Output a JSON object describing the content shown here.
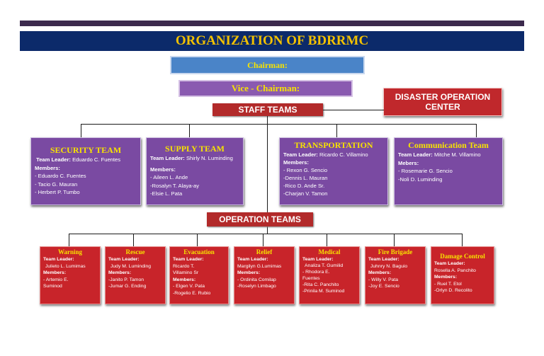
{
  "title": "ORGANIZATION OF BDRRMC",
  "chairman": "Chairman:",
  "vice_chairman": "Vice - Chairman:",
  "staff_teams": "STAFF TEAMS",
  "disaster_center": "DISASTER OPERATION CENTER",
  "operation_teams": "OPERATION TEAMS",
  "teams": [
    {
      "title": "SECURITY TEAM",
      "leader_label": "Team Leader:",
      "leader": "Eduardo C. Fuentes",
      "members_label": "Members:",
      "members": [
        "- Eduardo C. Fuentes",
        "- Tacio G. Mauran",
        "- Herbert P. Tumbo"
      ]
    },
    {
      "title": "SUPPLY TEAM",
      "leader_label": "Team Leader:",
      "leader": "Shirly N. Luminding",
      "members_label": "Members:",
      "members": [
        "- Aileen L. Ande",
        "-Rosalyn T.  Alaya-ay",
        "-Elsie L. Pata"
      ]
    },
    {
      "title": "TRANSPORTATION",
      "leader_label": "Team Leader:",
      "leader": "Ricardo C. Villamino",
      "members_label": "Members:",
      "members": [
        "- Rexon G. Sencio",
        "-Dennis L. Mauran",
        "-Rico D. Ande Sr.",
        "-Charjan V. Tamon"
      ]
    },
    {
      "title": "Communication Team",
      "leader_label": "Team Leader:",
      "leader": "Mitche M. Villamino",
      "members_label": "Mebers:",
      "members": [
        "- Rosemarie G. Sencio",
        "-Noli D. Luminding"
      ]
    }
  ],
  "subteams": [
    {
      "title": "Warning",
      "lines": [
        "Julieto L. Lumimas",
        "- Artemio E.",
        "Suminod"
      ]
    },
    {
      "title": "Rescue",
      "lines": [
        "Judy M. Luminding",
        "-Janito P. Tamon",
        "-Jumar G. Ending"
      ]
    },
    {
      "title": "Evacuation",
      "lines": [
        "Ricardo T.",
        "Villamino Sr",
        "- Elgen V. Pata",
        "-Rogelio E. Rubio"
      ]
    },
    {
      "title": "Relief",
      "lines": [
        "Margilyn G.Lumimas",
        "- Ordinita Comilap",
        "-Roselyn Limbago"
      ]
    },
    {
      "title": "Medical",
      "lines": [
        "Analiza T. Gumilid",
        "- Rhodora E.",
        "Fuentes",
        "-Rita C. Panchito",
        "-Prinila M. Suminod"
      ]
    },
    {
      "title": "Fire Brigade",
      "lines": [
        "Juhnry N. Baguio",
        "- Willy V. Pata",
        "-Joy E. Sencio"
      ]
    },
    {
      "title": "Damage Control",
      "lines": [
        "Rosella A. Panchito",
        "- Ruel T. Etol",
        "-Orlyn D. Recolito"
      ]
    }
  ],
  "labels": {
    "team_leader": "Team Leader:",
    "members": "Members:"
  }
}
